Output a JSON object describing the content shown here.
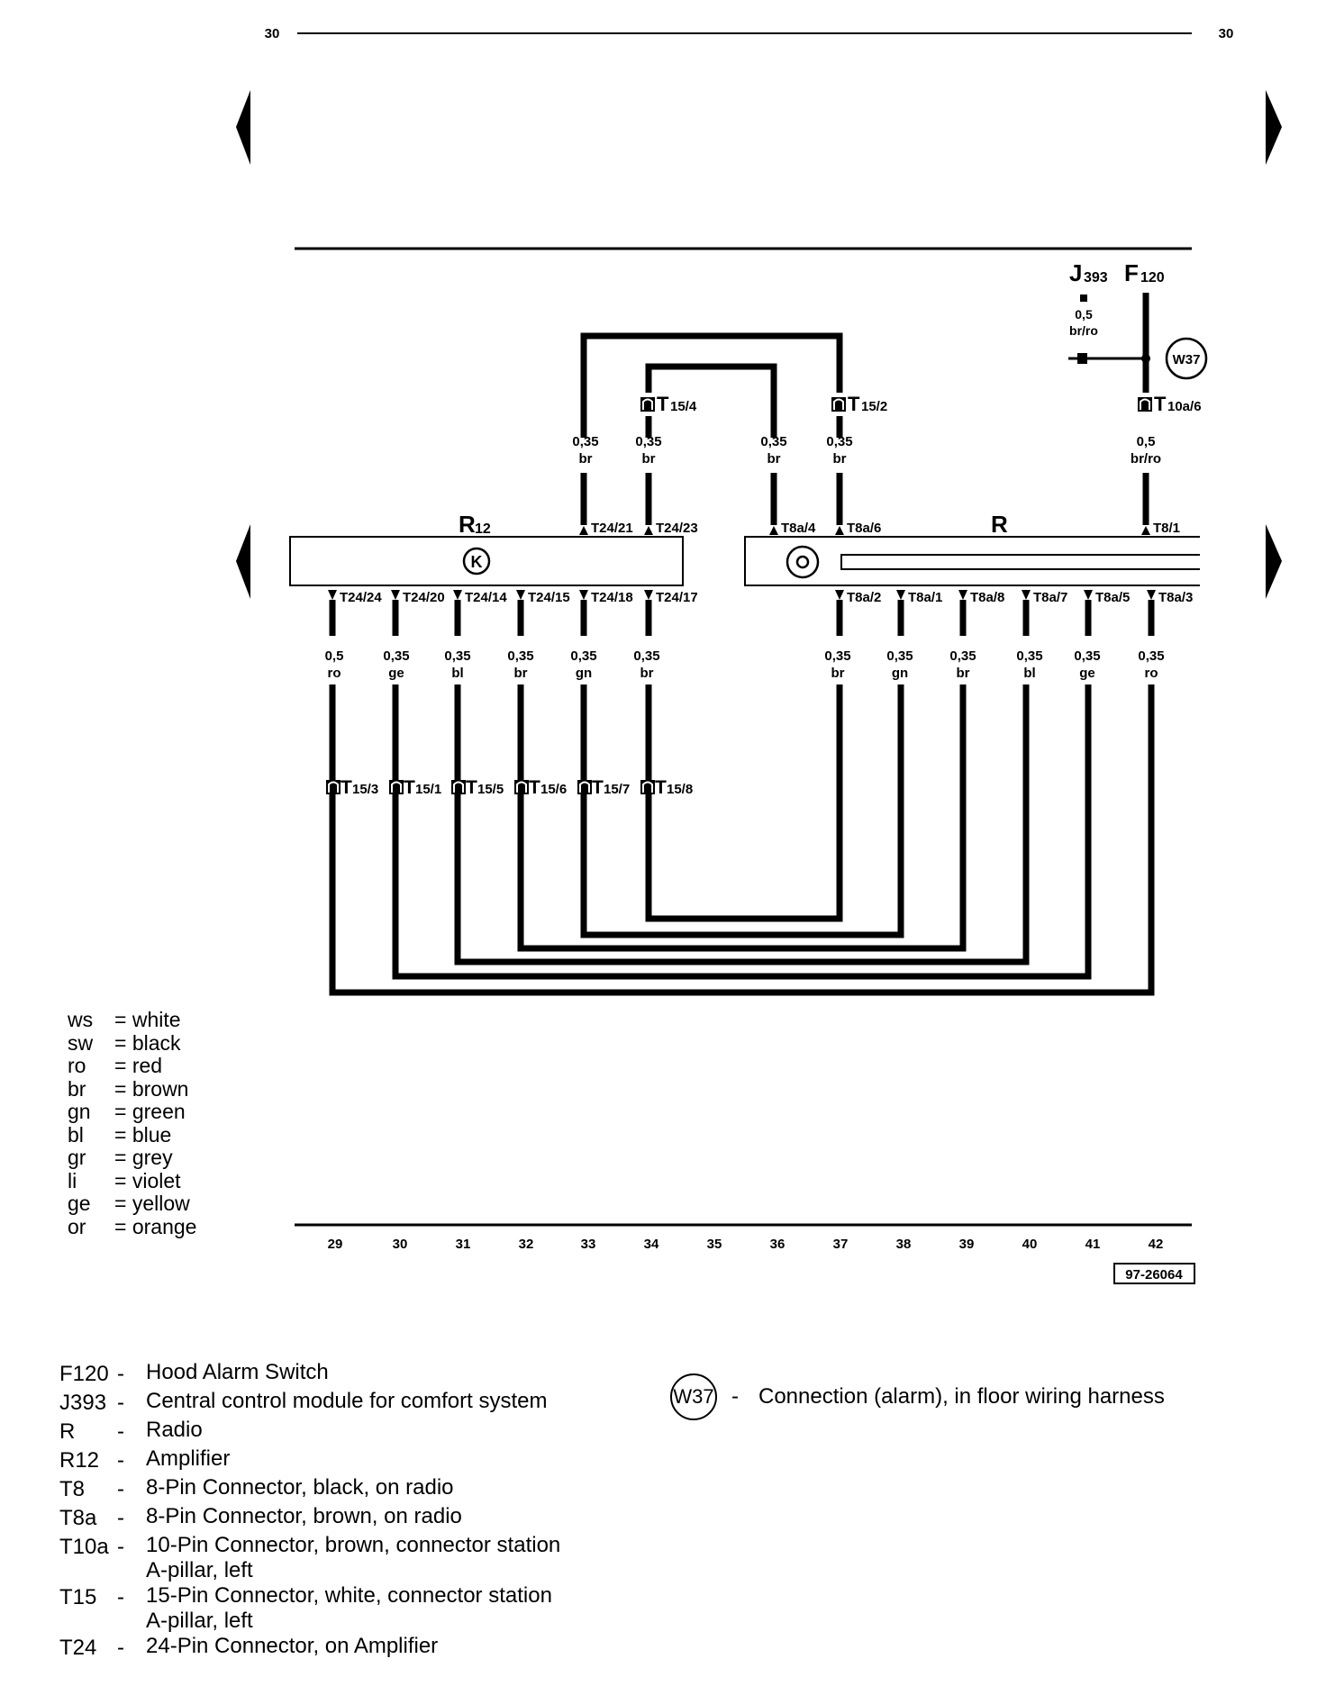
{
  "page": {
    "number_left": "30",
    "number_right": "30"
  },
  "components": {
    "J393": {
      "letter": "J",
      "sub": "393"
    },
    "F120": {
      "letter": "F",
      "sub": "120"
    },
    "R12": {
      "letter": "R",
      "sub": "12"
    },
    "R": {
      "letter": "R"
    },
    "W37": "W37",
    "amplifier_symbol": "K"
  },
  "top_wires": [
    {
      "size": "0,35",
      "color": "br"
    },
    {
      "size": "0,35",
      "color": "br"
    },
    {
      "size": "0,35",
      "color": "br"
    },
    {
      "size": "0,35",
      "color": "br"
    },
    {
      "size": "0,5",
      "color": "br/ro"
    }
  ],
  "j393_wire": {
    "size": "0,5",
    "color": "br/ro"
  },
  "top_connectors": [
    {
      "letter": "T",
      "sub": "15/4"
    },
    {
      "letter": "T",
      "sub": "15/2"
    },
    {
      "letter": "T",
      "sub": "10a/6"
    }
  ],
  "top_pins": [
    "T24/21",
    "T24/23",
    "T8a/4",
    "T8a/6",
    "T8/1"
  ],
  "bottom_pins": [
    "T24/24",
    "T24/20",
    "T24/14",
    "T24/15",
    "T24/18",
    "T24/17",
    "T8a/2",
    "T8a/1",
    "T8a/8",
    "T8a/7",
    "T8a/5",
    "T8a/3"
  ],
  "bottom_wires": [
    {
      "size": "0,5",
      "color": "ro"
    },
    {
      "size": "0,35",
      "color": "ge"
    },
    {
      "size": "0,35",
      "color": "bl"
    },
    {
      "size": "0,35",
      "color": "br"
    },
    {
      "size": "0,35",
      "color": "gn"
    },
    {
      "size": "0,35",
      "color": "br"
    },
    {
      "size": "0,35",
      "color": "br"
    },
    {
      "size": "0,35",
      "color": "gn"
    },
    {
      "size": "0,35",
      "color": "br"
    },
    {
      "size": "0,35",
      "color": "bl"
    },
    {
      "size": "0,35",
      "color": "ge"
    },
    {
      "size": "0,35",
      "color": "ro"
    }
  ],
  "t15_connectors": [
    {
      "letter": "T",
      "sub": "15/3"
    },
    {
      "letter": "T",
      "sub": "15/1"
    },
    {
      "letter": "T",
      "sub": "15/5"
    },
    {
      "letter": "T",
      "sub": "15/6"
    },
    {
      "letter": "T",
      "sub": "15/7"
    },
    {
      "letter": "T",
      "sub": "15/8"
    }
  ],
  "track_numbers": [
    "29",
    "30",
    "31",
    "32",
    "33",
    "34",
    "35",
    "36",
    "37",
    "38",
    "39",
    "40",
    "41",
    "42"
  ],
  "figure_id": "97-26064",
  "color_key": [
    {
      "code": "ws",
      "name": "white"
    },
    {
      "code": "sw",
      "name": "black"
    },
    {
      "code": "ro",
      "name": "red"
    },
    {
      "code": "br",
      "name": "brown"
    },
    {
      "code": "gn",
      "name": "green"
    },
    {
      "code": "bl",
      "name": "blue"
    },
    {
      "code": "gr",
      "name": "grey"
    },
    {
      "code": "li",
      "name": "violet"
    },
    {
      "code": "ge",
      "name": "yellow"
    },
    {
      "code": "or",
      "name": "orange"
    }
  ],
  "legend": [
    {
      "code": "F120",
      "desc": "Hood Alarm Switch"
    },
    {
      "code": "J393",
      "desc": "Central control module for comfort system"
    },
    {
      "code": "R",
      "desc": "Radio"
    },
    {
      "code": "R12",
      "desc": "Amplifier"
    },
    {
      "code": "T8",
      "desc": "8-Pin Connector, black, on radio"
    },
    {
      "code": "T8a",
      "desc": "8-Pin Connector, brown, on radio"
    },
    {
      "code": "T10a",
      "desc": "10-Pin Connector, brown, connector station",
      "desc2": "A-pillar, left"
    },
    {
      "code": "T15",
      "desc": "15-Pin Connector, white,  connector station",
      "desc2": "A-pillar, left"
    },
    {
      "code": "T24",
      "desc": "24-Pin Connector, on Amplifier"
    }
  ],
  "w37_legend": {
    "symbol": "W37",
    "desc": "Connection (alarm), in floor wiring harness"
  }
}
